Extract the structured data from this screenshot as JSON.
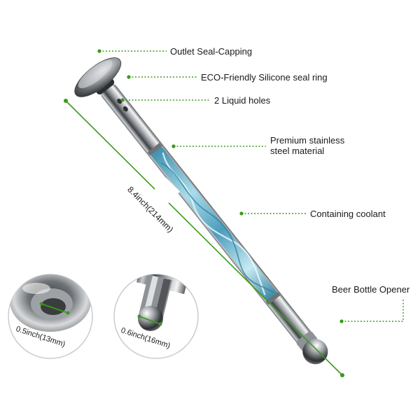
{
  "callouts": {
    "outlet_seal": "Outlet Seal-Capping",
    "silicone_ring": "ECO-Friendly Silicone seal ring",
    "liquid_holes": "2 Liquid holes",
    "stainless_line1": "Premium stainless",
    "stainless_line2": "steel material",
    "coolant": "Containing coolant",
    "bottle_opener": "Beer Bottle Opener"
  },
  "dimensions": {
    "length": "8.4inch(214mm)",
    "cap_diameter": "0.5inch(13mm)",
    "tip_diameter": "0.6inch(16mm)"
  },
  "colors": {
    "accent_green": "#3a9a1c",
    "coolant_blue": "#6fb3cc",
    "steel": "#b8bcc0"
  }
}
